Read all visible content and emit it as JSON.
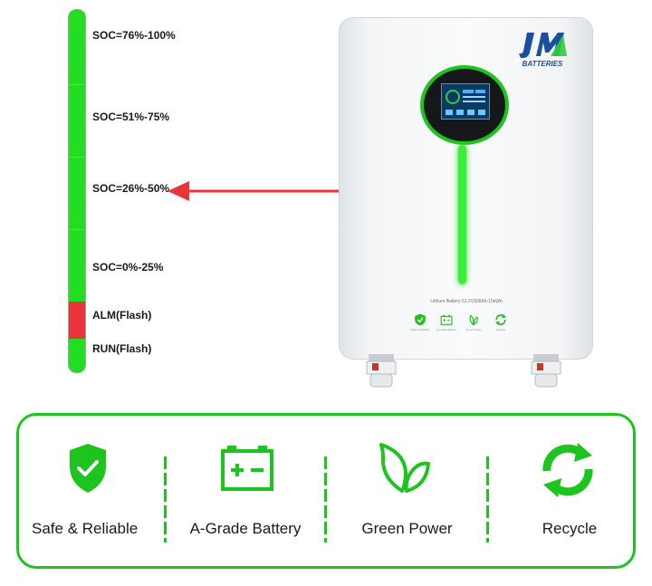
{
  "soc_indicator": {
    "levels": [
      {
        "label": "SOC=76%-100%",
        "color": "#22dd22"
      },
      {
        "label": "SOC=51%-75%",
        "color": "#22dd22"
      },
      {
        "label": "SOC=26%-50%",
        "color": "#22dd22"
      },
      {
        "label": "SOC=0%-25%",
        "color": "#22dd22"
      },
      {
        "label": "ALM(Flash)",
        "color": "#e8343a"
      },
      {
        "label": "RUN(Flash)",
        "color": "#22dd22"
      }
    ],
    "current_level": "SOC=26%-50%"
  },
  "battery": {
    "brand": "JM BATTERIES",
    "brand_letters": "JM",
    "brand_sub": "BATTERIES",
    "model_text": "Lithium Battery 51.2V300Ah-15kWh",
    "mini_features": [
      "Safe & Reliable",
      "A-Grade Battery",
      "Green Power",
      "Recycle"
    ],
    "led_color": "#39f039"
  },
  "features": [
    {
      "icon": "shield-check-icon",
      "label": "Safe & Reliable"
    },
    {
      "icon": "battery-icon",
      "label": "A-Grade Battery"
    },
    {
      "icon": "leaves-icon",
      "label": "Green Power"
    },
    {
      "icon": "recycle-icon",
      "label": "Recycle"
    }
  ],
  "colors": {
    "accent_green": "#1ec41e",
    "alarm_red": "#e8343a",
    "arrow_red": "#e8343a"
  }
}
